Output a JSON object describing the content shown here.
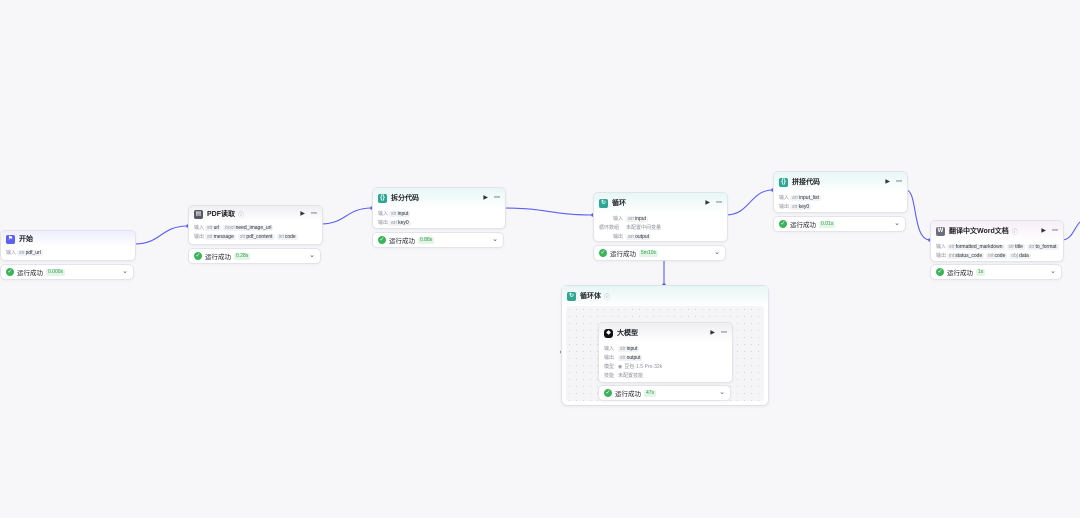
{
  "labels": {
    "input": "输入",
    "output": "输出",
    "loop_array": "循环数组",
    "model": "模型",
    "skill": "技能"
  },
  "status_text": "运行成功",
  "colors": {
    "accent": "#5b61f0",
    "success": "#3bb35a",
    "code": "#2fa594"
  },
  "nodes": {
    "start": {
      "title": "开始",
      "icon": "play-flag-icon",
      "inputs": [
        "pdf_url"
      ],
      "time": "0.000s"
    },
    "pdf": {
      "title": "PDF读取",
      "icon": "pdf-icon",
      "inputs": [
        "url",
        "need_image_url"
      ],
      "outputs": [
        "message",
        "pdf_content",
        "code"
      ],
      "time": "0.28s"
    },
    "split": {
      "title": "拆分代码",
      "icon": "code-icon",
      "inputs": [
        "input"
      ],
      "outputs": [
        "key0"
      ],
      "time": "0.88s"
    },
    "loop": {
      "title": "循环",
      "icon": "loop-icon",
      "inputs": [
        "input"
      ],
      "loop_array_value": "未配置中间变量",
      "outputs": [
        "output"
      ],
      "time": "5m10s"
    },
    "loop_body": {
      "title": "循环体",
      "icon": "loop-icon"
    },
    "llm": {
      "title": "大模型",
      "icon": "llm-icon",
      "inputs": [
        "input"
      ],
      "outputs": [
        "output"
      ],
      "model_value": "豆包·1.5·Pro·32k",
      "skill_value": "未配置技能",
      "time": "47s"
    },
    "merge": {
      "title": "拼接代码",
      "icon": "code-icon",
      "inputs": [
        "input_list"
      ],
      "outputs": [
        "key0"
      ],
      "time": "0.01s"
    },
    "word": {
      "title": "翻译中文Word文档",
      "icon": "word-doc-icon",
      "inputs": [
        "formatted_markdown",
        "title",
        "to_format"
      ],
      "outputs": [
        "status_code",
        "code",
        "data"
      ],
      "time": "1s"
    }
  }
}
